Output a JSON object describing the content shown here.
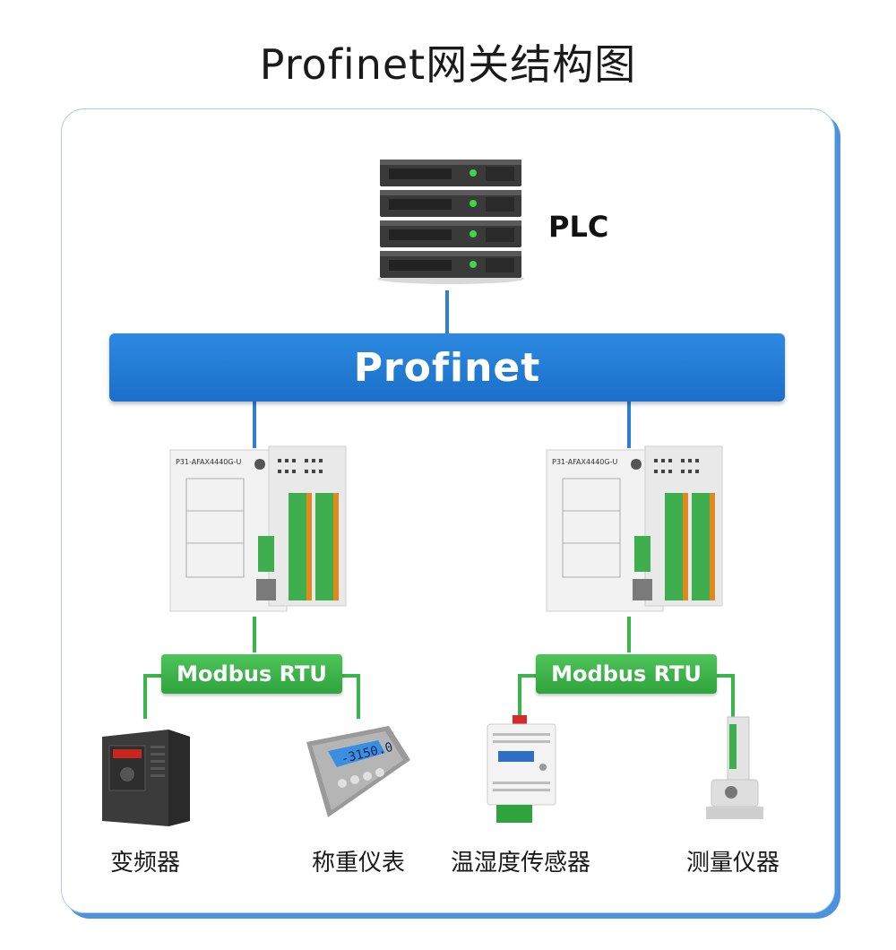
{
  "title": "Profinet网关结构图",
  "plc": {
    "label": "PLC"
  },
  "bus": {
    "label": "Profinet"
  },
  "gateways": [
    {
      "model": "P31-AFAX4440G-U",
      "rtu_label": "Modbus RTU"
    },
    {
      "model": "P31-AFAX4440G-U",
      "rtu_label": "Modbus RTU"
    }
  ],
  "devices": [
    {
      "label": "变频器",
      "icon": "inverter-icon"
    },
    {
      "label": "称重仪表",
      "icon": "weighing-indicator-icon",
      "display": "-3150.0"
    },
    {
      "label": "温湿度传感器",
      "icon": "humidity-sensor-icon"
    },
    {
      "label": "测量仪器",
      "icon": "measuring-instrument-icon"
    }
  ],
  "colors": {
    "bus": "#1f78d1",
    "rtu": "#39b54a",
    "frame_shadow": "#4d92dc"
  }
}
